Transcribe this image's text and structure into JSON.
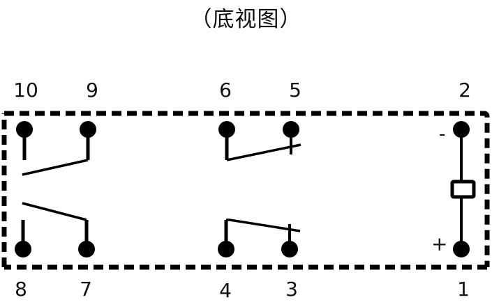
{
  "title": "（底视图）",
  "colors": {
    "stroke": "#000000",
    "background": "#ffffff"
  },
  "pins": {
    "top": [
      {
        "id": "10",
        "label": "10"
      },
      {
        "id": "9",
        "label": "9"
      },
      {
        "id": "6",
        "label": "6"
      },
      {
        "id": "5",
        "label": "5"
      },
      {
        "id": "2",
        "label": "2"
      }
    ],
    "bottom": [
      {
        "id": "8",
        "label": "8"
      },
      {
        "id": "7",
        "label": "7"
      },
      {
        "id": "4",
        "label": "4"
      },
      {
        "id": "3",
        "label": "3"
      },
      {
        "id": "1",
        "label": "1"
      }
    ]
  },
  "coil": {
    "negative_label": "-",
    "positive_label": "+"
  }
}
